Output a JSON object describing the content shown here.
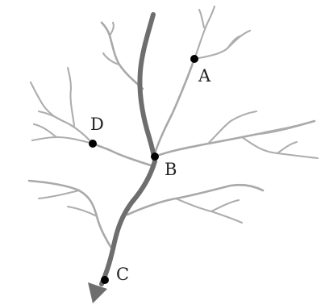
{
  "colors": {
    "background": "#ffffff",
    "main_river": "#6e6e6e",
    "tributary": "#a9a9a9",
    "point": "#000000",
    "label": "#222222",
    "arrow": "#6e6e6e"
  },
  "points": {
    "a": {
      "label": "A"
    },
    "b": {
      "label": "B"
    },
    "c": {
      "label": "C"
    },
    "d": {
      "label": "D"
    }
  }
}
